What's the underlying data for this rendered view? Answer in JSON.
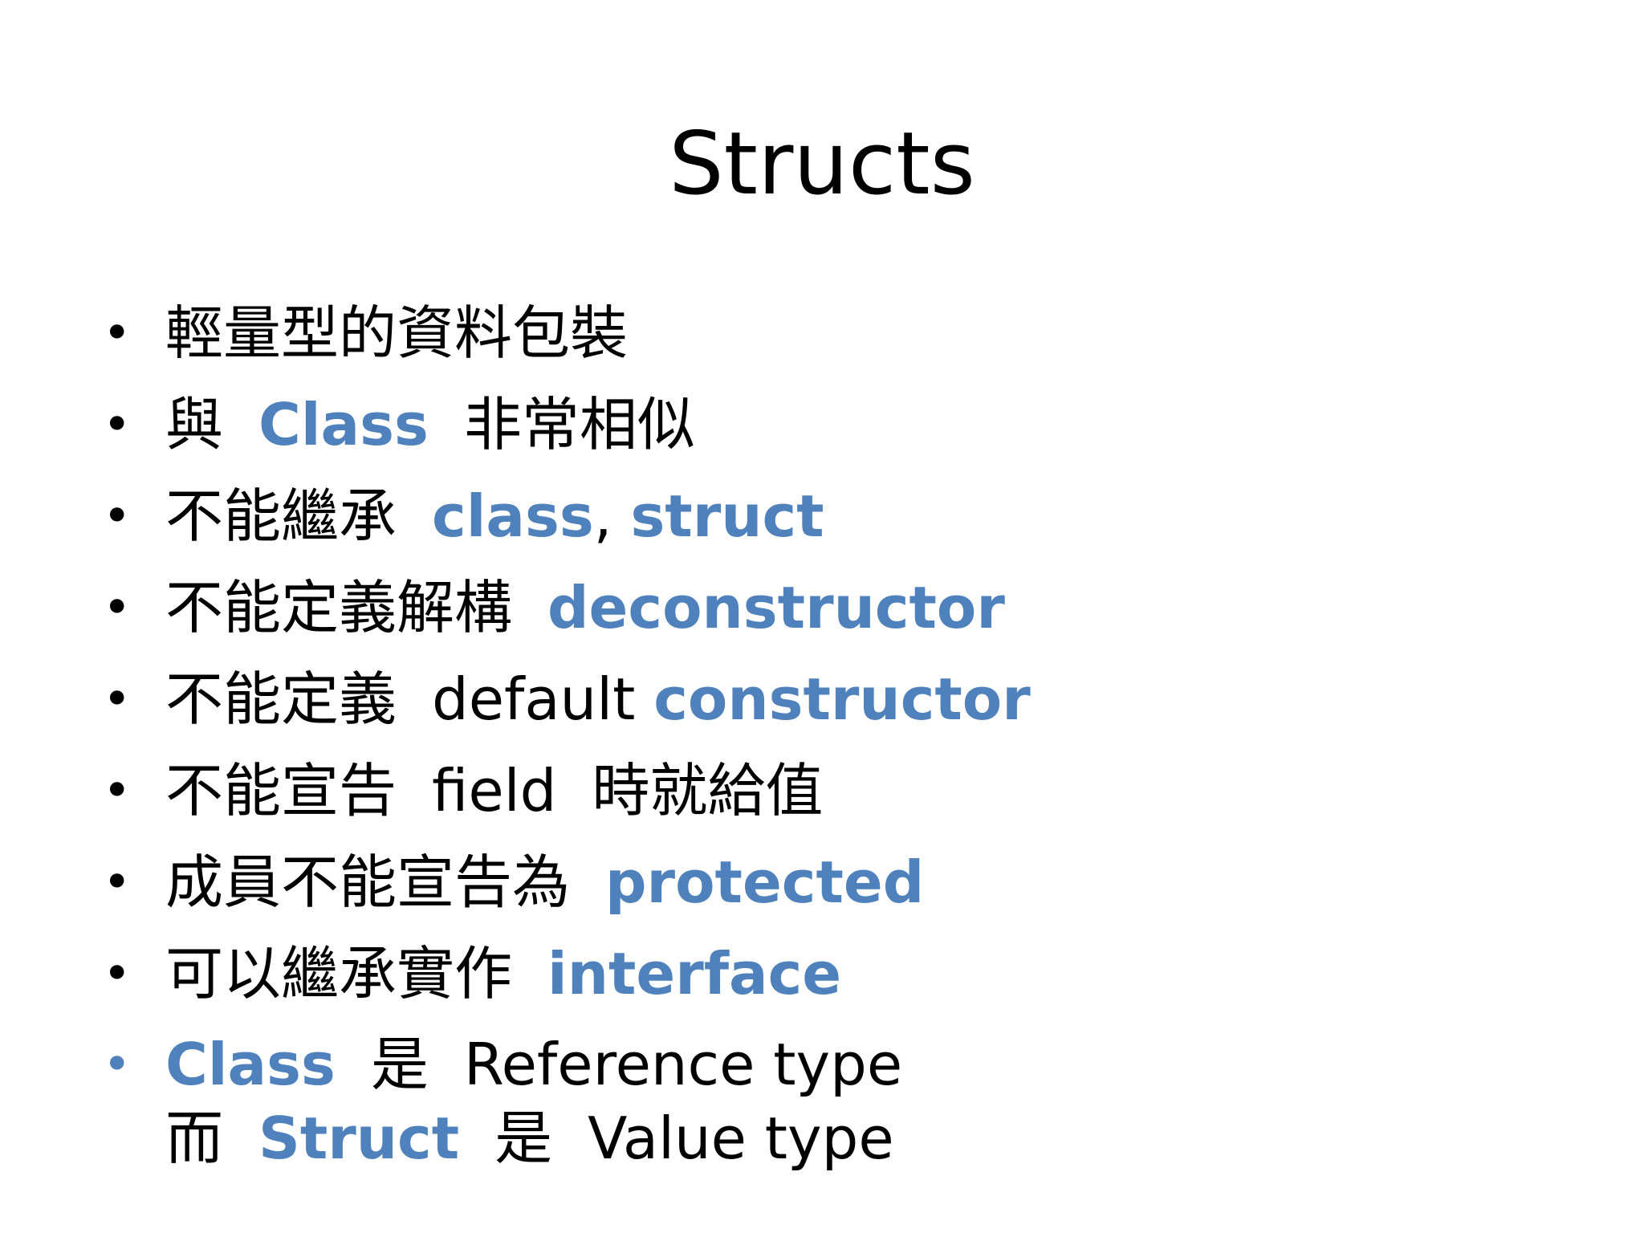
{
  "slide": {
    "title": "Structs",
    "colors": {
      "text": "#000000",
      "accent": "#4f81bd",
      "background": "#ffffff"
    },
    "bullets": [
      {
        "dot": "•",
        "dot_color": "#000000",
        "segments": [
          {
            "text": "輕量型的資料包裝",
            "style": "plain"
          }
        ]
      },
      {
        "dot": "•",
        "dot_color": "#000000",
        "segments": [
          {
            "text": "與",
            "style": "plain"
          },
          {
            "text": "Class",
            "style": "accent"
          },
          {
            "text": "非常相似",
            "style": "plain"
          }
        ]
      },
      {
        "dot": "•",
        "dot_color": "#000000",
        "segments": [
          {
            "text": "不能繼承",
            "style": "plain"
          },
          {
            "text": "class",
            "style": "accent"
          },
          {
            "text": ", ",
            "style": "plain",
            "nogap": true
          },
          {
            "text": "struct",
            "style": "accent",
            "nogap": true
          }
        ]
      },
      {
        "dot": "•",
        "dot_color": "#000000",
        "segments": [
          {
            "text": "不能定義解構",
            "style": "plain"
          },
          {
            "text": "deconstructor",
            "style": "accent"
          }
        ]
      },
      {
        "dot": "•",
        "dot_color": "#000000",
        "segments": [
          {
            "text": "不能定義",
            "style": "plain"
          },
          {
            "text": "default",
            "style": "plain"
          },
          {
            "text": " ",
            "style": "plain",
            "nogap": true
          },
          {
            "text": "constructor",
            "style": "accent",
            "nogap": true
          }
        ]
      },
      {
        "dot": "•",
        "dot_color": "#000000",
        "segments": [
          {
            "text": "不能宣告",
            "style": "plain"
          },
          {
            "text": "field",
            "style": "plain"
          },
          {
            "text": "時就給值",
            "style": "plain"
          }
        ]
      },
      {
        "dot": "•",
        "dot_color": "#000000",
        "segments": [
          {
            "text": "成員不能宣告為",
            "style": "plain"
          },
          {
            "text": "protected",
            "style": "accent"
          }
        ]
      },
      {
        "dot": "•",
        "dot_color": "#000000",
        "segments": [
          {
            "text": "可以繼承實作",
            "style": "plain"
          },
          {
            "text": "interface",
            "style": "accent"
          }
        ]
      },
      {
        "dot": "•",
        "dot_color": "#4f81bd",
        "multiline": true,
        "segments": [
          {
            "text": "Class",
            "style": "accent"
          },
          {
            "text": "是",
            "style": "plain"
          },
          {
            "text": "Reference type",
            "style": "plain"
          },
          {
            "break": true
          },
          {
            "text": "而",
            "style": "plain"
          },
          {
            "text": "Struct",
            "style": "accent"
          },
          {
            "text": "是",
            "style": "plain"
          },
          {
            "text": "Value type",
            "style": "plain"
          }
        ]
      }
    ]
  }
}
